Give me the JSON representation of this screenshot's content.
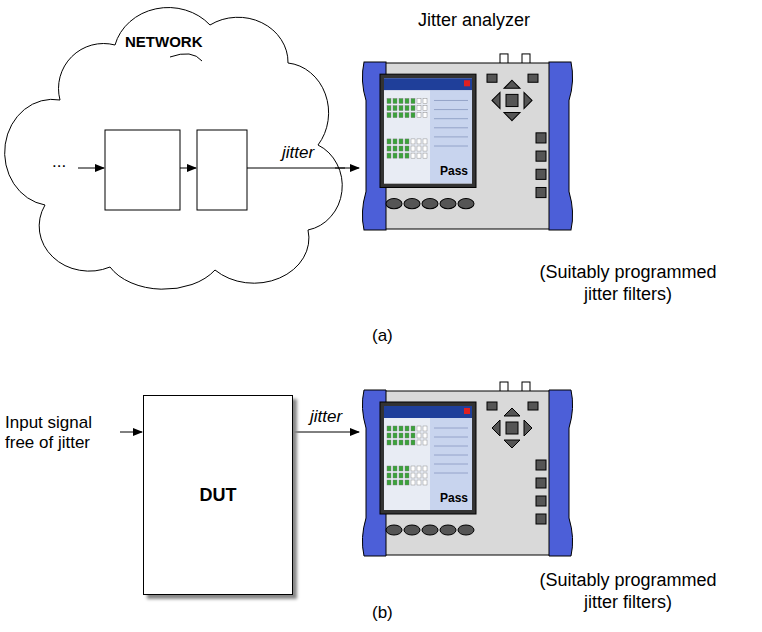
{
  "diagram": {
    "nodes": [
      {
        "text": [
          "NETWORK"
        ]
      },
      {
        "text": [
          "Pass"
        ]
      },
      {
        "text": [
          "DUT"
        ]
      },
      {
        "text": [
          "Pass"
        ]
      }
    ],
    "edges": [
      {
        "from": 0,
        "to": 1,
        "label": "jitter",
        "arrow": "to"
      },
      {
        "from": 2,
        "to": 3,
        "label": "jitter",
        "arrow": "to"
      }
    ],
    "labels": [
      "...",
      "Jitter analyzer",
      "(Suitably programmed jitter filters)",
      "(a)",
      "Input signal free of jitter",
      "(Suitably programmed jitter filters)",
      "(b)"
    ]
  }
}
